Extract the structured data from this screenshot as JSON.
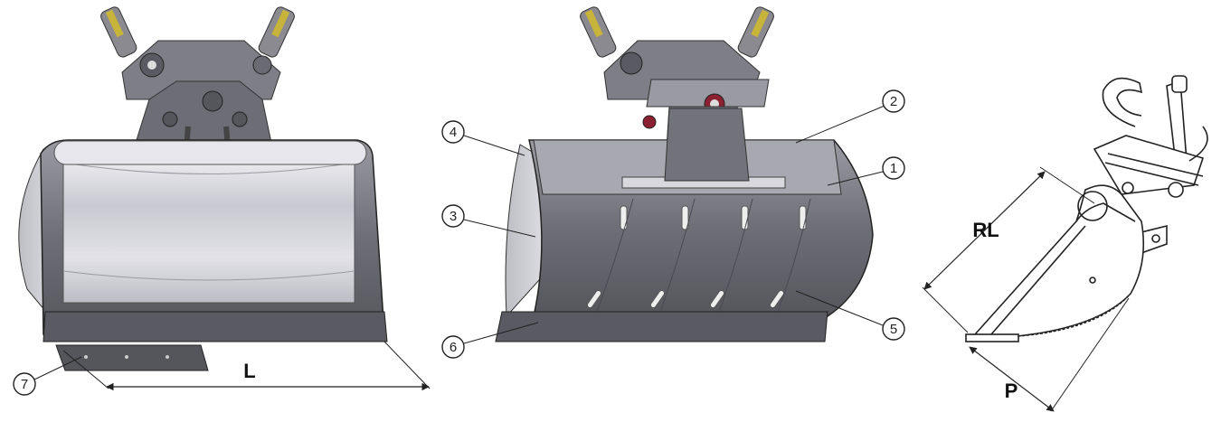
{
  "figure": {
    "views": [
      {
        "id": "front",
        "dimension_labels": [
          "L"
        ],
        "callouts": [
          "7"
        ]
      },
      {
        "id": "rear",
        "callouts": [
          "1",
          "2",
          "3",
          "4",
          "5",
          "6"
        ]
      },
      {
        "id": "side",
        "dimension_labels": [
          "RL",
          "P"
        ]
      }
    ],
    "colors": {
      "steel_dark": "#5a5a62",
      "steel_mid": "#7e7e86",
      "steel_light": "#b8b8c0",
      "inner_light": "#dcdce2",
      "cylinder_yellow": "#c8b43a",
      "line": "#222222"
    }
  },
  "labels": {
    "L": "L",
    "RL": "RL",
    "P": "P",
    "c1": "1",
    "c2": "2",
    "c3": "3",
    "c4": "4",
    "c5": "5",
    "c6": "6",
    "c7": "7"
  }
}
